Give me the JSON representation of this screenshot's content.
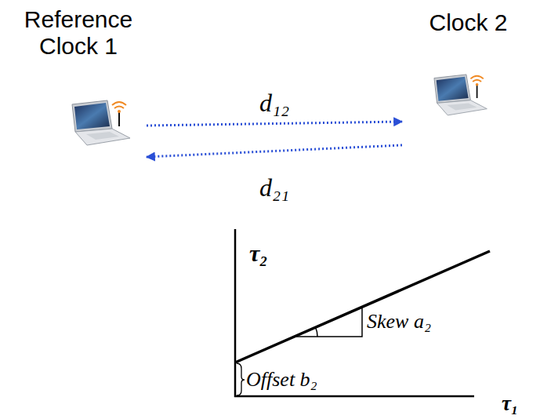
{
  "diagram": {
    "nodes": [
      {
        "text": [
          "Reference Clock 1"
        ]
      },
      {
        "text": [
          "Clock 2"
        ]
      }
    ],
    "edges": [
      {
        "from": 0,
        "to": 1,
        "arrow": "to",
        "label": "d₁₂"
      },
      {
        "from": 1,
        "to": 0,
        "arrow": "to",
        "label": "d₂₁"
      }
    ],
    "labels": [
      "τ₂",
      "Skew a₂",
      "Offset b₂",
      "τ₁"
    ]
  }
}
